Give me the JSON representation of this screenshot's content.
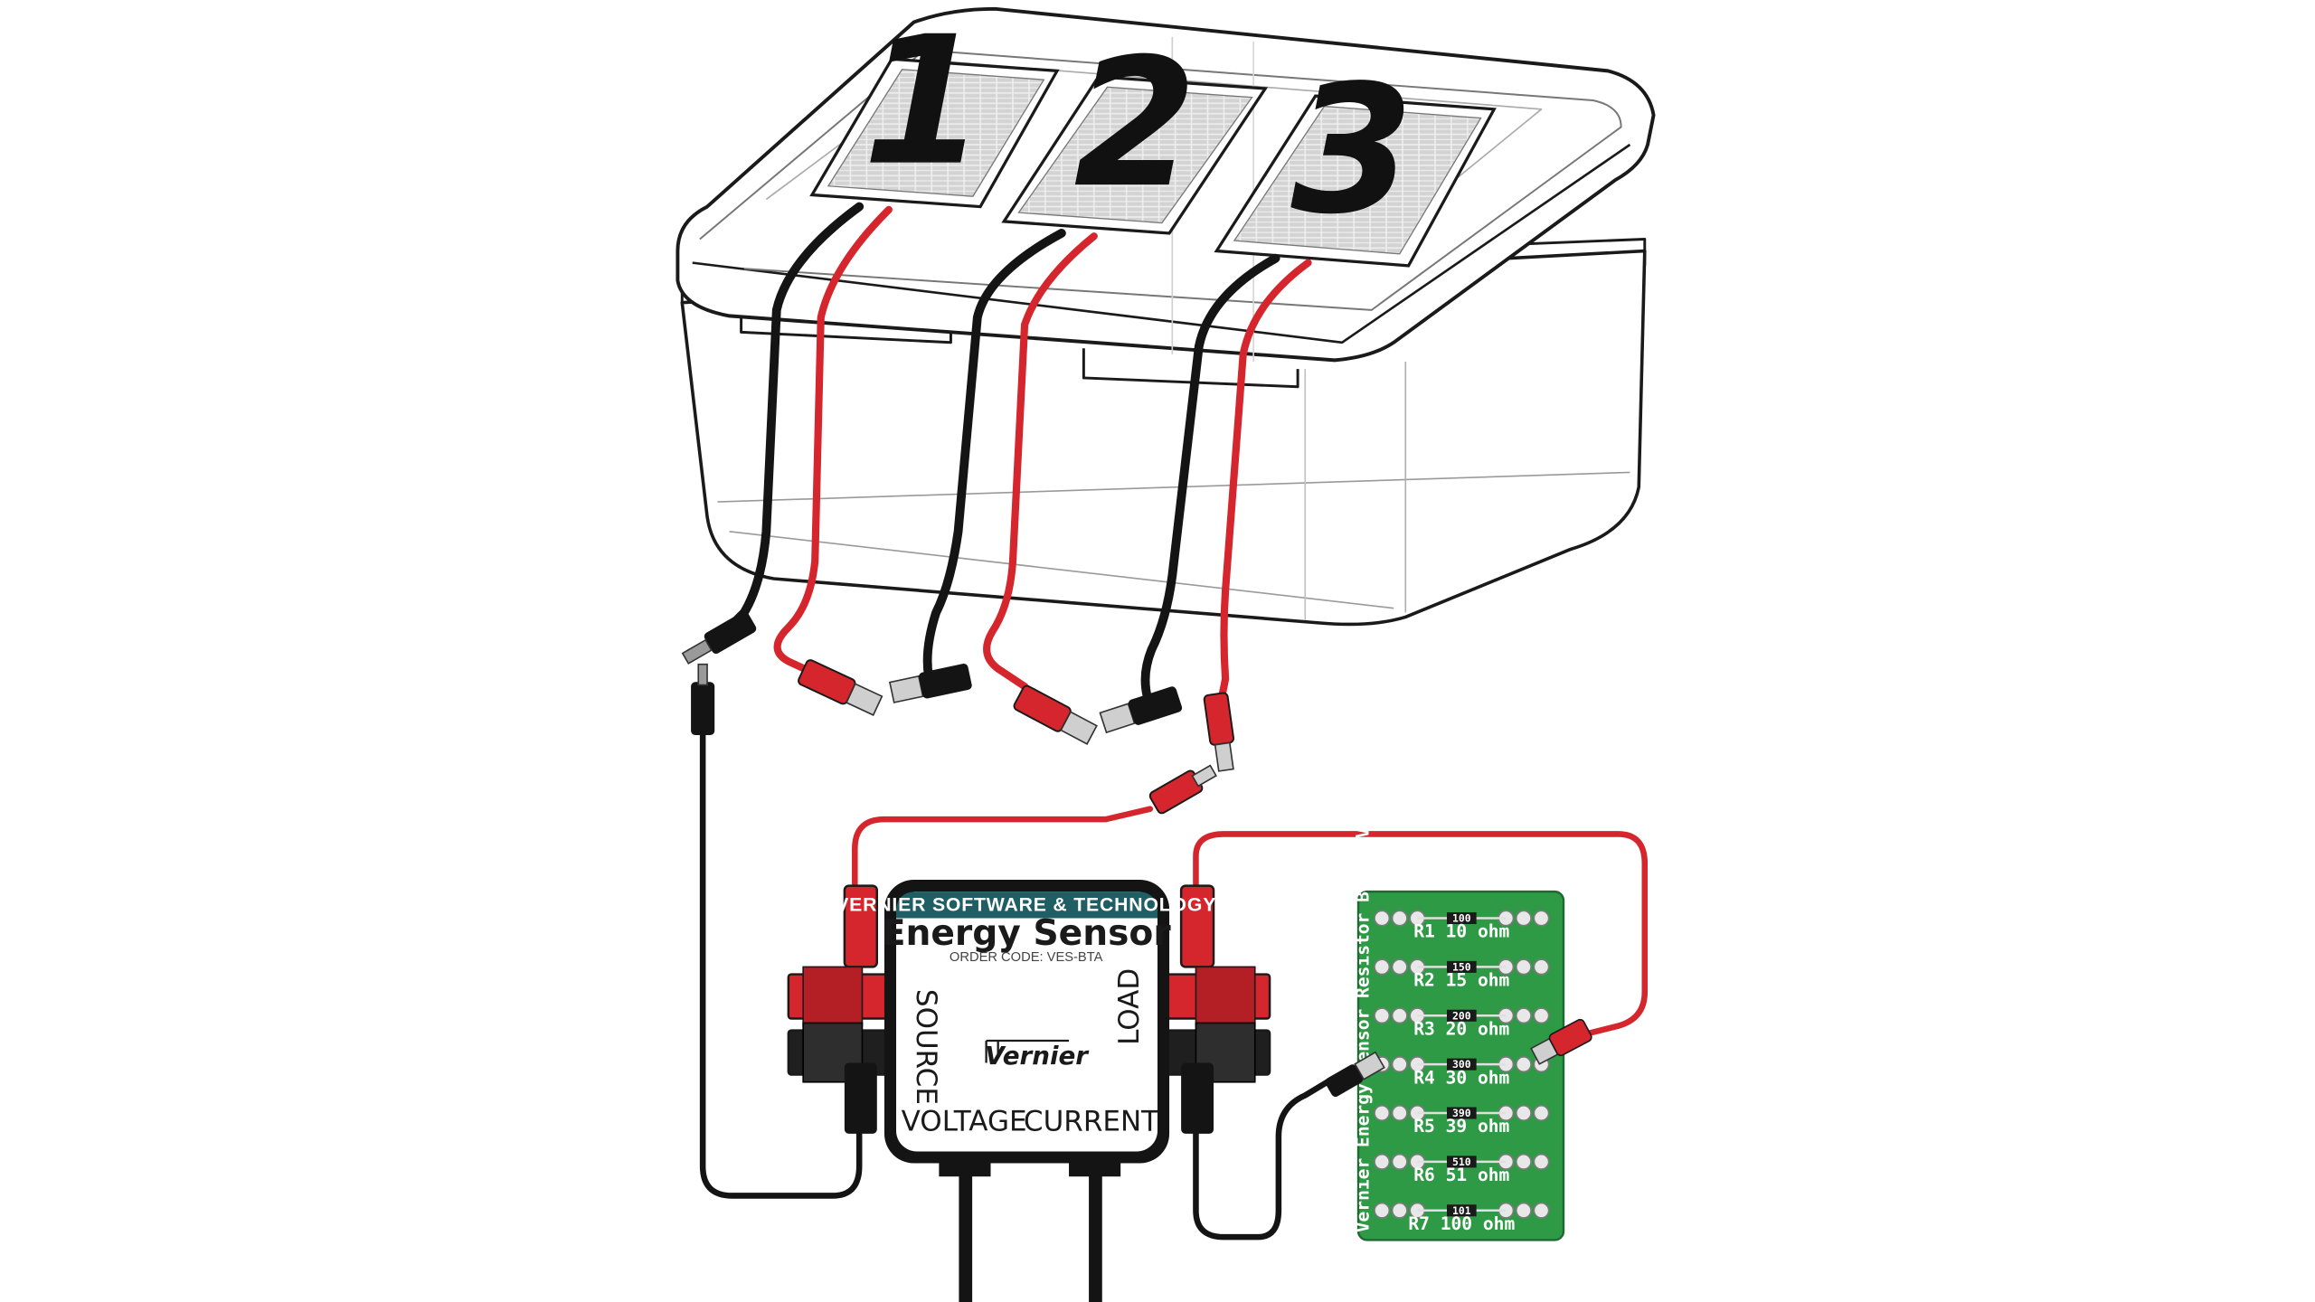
{
  "panels": [
    {
      "number": "1"
    },
    {
      "number": "2"
    },
    {
      "number": "3"
    }
  ],
  "sensor": {
    "header": "VERNIER SOFTWARE & TECHNOLOGY",
    "title": "Energy Sensor",
    "order_code": "ORDER CODE: VES-BTA",
    "source_label": "SOURCE",
    "load_label": "LOAD",
    "voltage_label": "VOLTAGE",
    "current_label": "CURRENT",
    "brand": "Vernier"
  },
  "board": {
    "title": "Vernier Energy Sensor Resistor Board VES-RB",
    "resistors": [
      {
        "label": "R1  10  ohm",
        "code": "100"
      },
      {
        "label": "R2  15  ohm",
        "code": "150"
      },
      {
        "label": "R3  20  ohm",
        "code": "200"
      },
      {
        "label": "R4  30  ohm",
        "code": "300"
      },
      {
        "label": "R5  39  ohm",
        "code": "390"
      },
      {
        "label": "R6  51  ohm",
        "code": "510"
      },
      {
        "label": "R7 100 ohm",
        "code": "101"
      }
    ]
  },
  "colors": {
    "wire_red": "#d4262c",
    "wire_black": "#141414",
    "board_green": "#2f9a46",
    "header_teal": "#1f5e63"
  }
}
